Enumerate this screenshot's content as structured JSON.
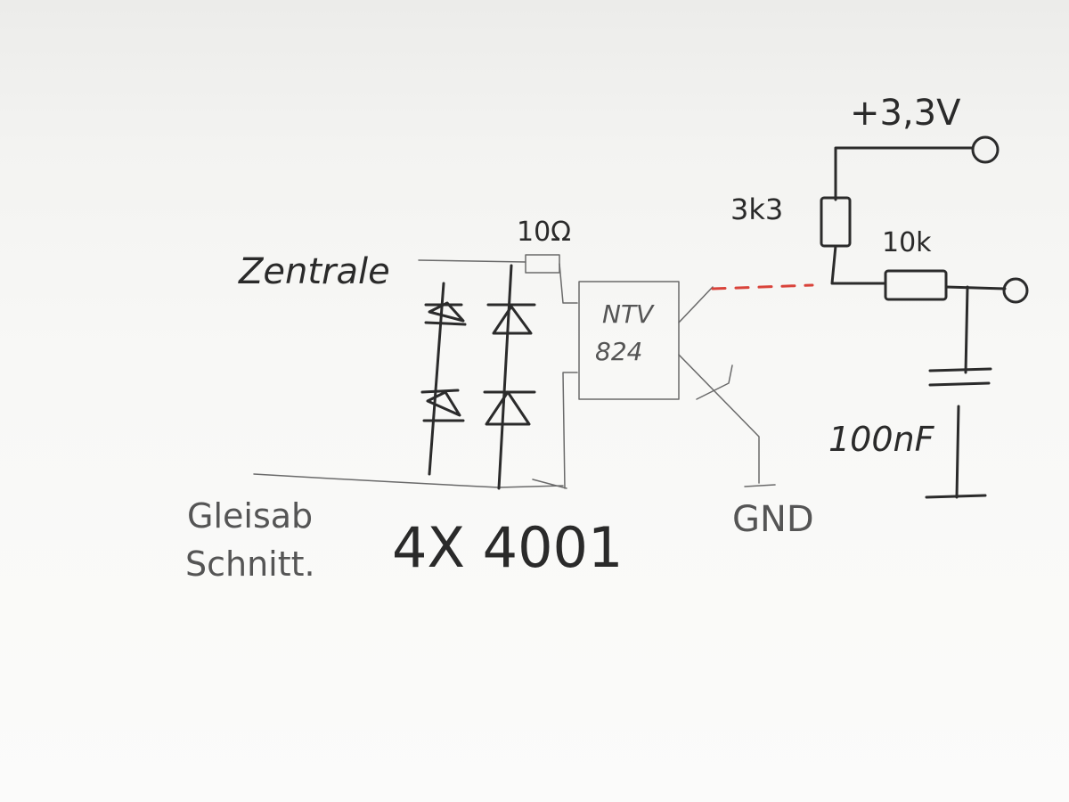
{
  "labels": {
    "zentrale": "Zentrale",
    "gleisabschnitt_line1": "Gleisab",
    "gleisabschnitt_line2": "Schnitt.",
    "diodes": "4X 4001",
    "resistor_10ohm": "10Ω",
    "optocoupler_line1": "NTV",
    "optocoupler_line2": "824",
    "gnd": "GND",
    "supply": "+3,3V",
    "resistor_3k3": "3k3",
    "resistor_10k": "10k",
    "capacitor": "100nF"
  },
  "colors": {
    "ink": "#2b2b2b",
    "pencil": "#6a6a6a",
    "dashed_connection": "#d9433a",
    "paper": "#f8f8f6"
  }
}
